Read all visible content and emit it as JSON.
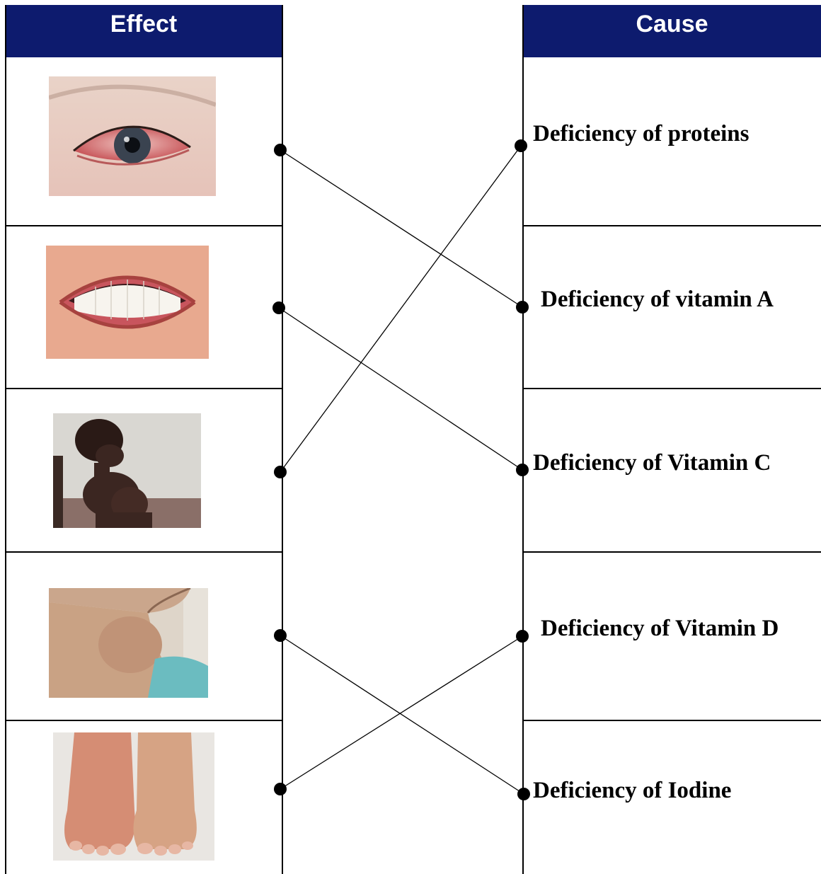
{
  "headers": {
    "effect": "Effect",
    "cause": "Cause"
  },
  "effects": [
    {
      "icon": "red-eye-photo"
    },
    {
      "icon": "bleeding-gums-photo"
    },
    {
      "icon": "kwashiorkor-child-photo"
    },
    {
      "icon": "goitre-neck-photo"
    },
    {
      "icon": "rickets-feet-photo"
    }
  ],
  "causes": [
    {
      "label": "Deficiency of proteins"
    },
    {
      "label": "Deficiency of vitamin A"
    },
    {
      "label": "Deficiency of Vitamin C"
    },
    {
      "label": "Deficiency of Vitamin D"
    },
    {
      "label": "Deficiency of Iodine"
    }
  ],
  "matches": [
    {
      "effect": 0,
      "cause": 1
    },
    {
      "effect": 1,
      "cause": 2
    },
    {
      "effect": 2,
      "cause": 0
    },
    {
      "effect": 3,
      "cause": 4
    },
    {
      "effect": 4,
      "cause": 3
    }
  ],
  "colors": {
    "header_bg": "#0d1b6e",
    "header_text": "#ffffff",
    "line": "#000000"
  }
}
